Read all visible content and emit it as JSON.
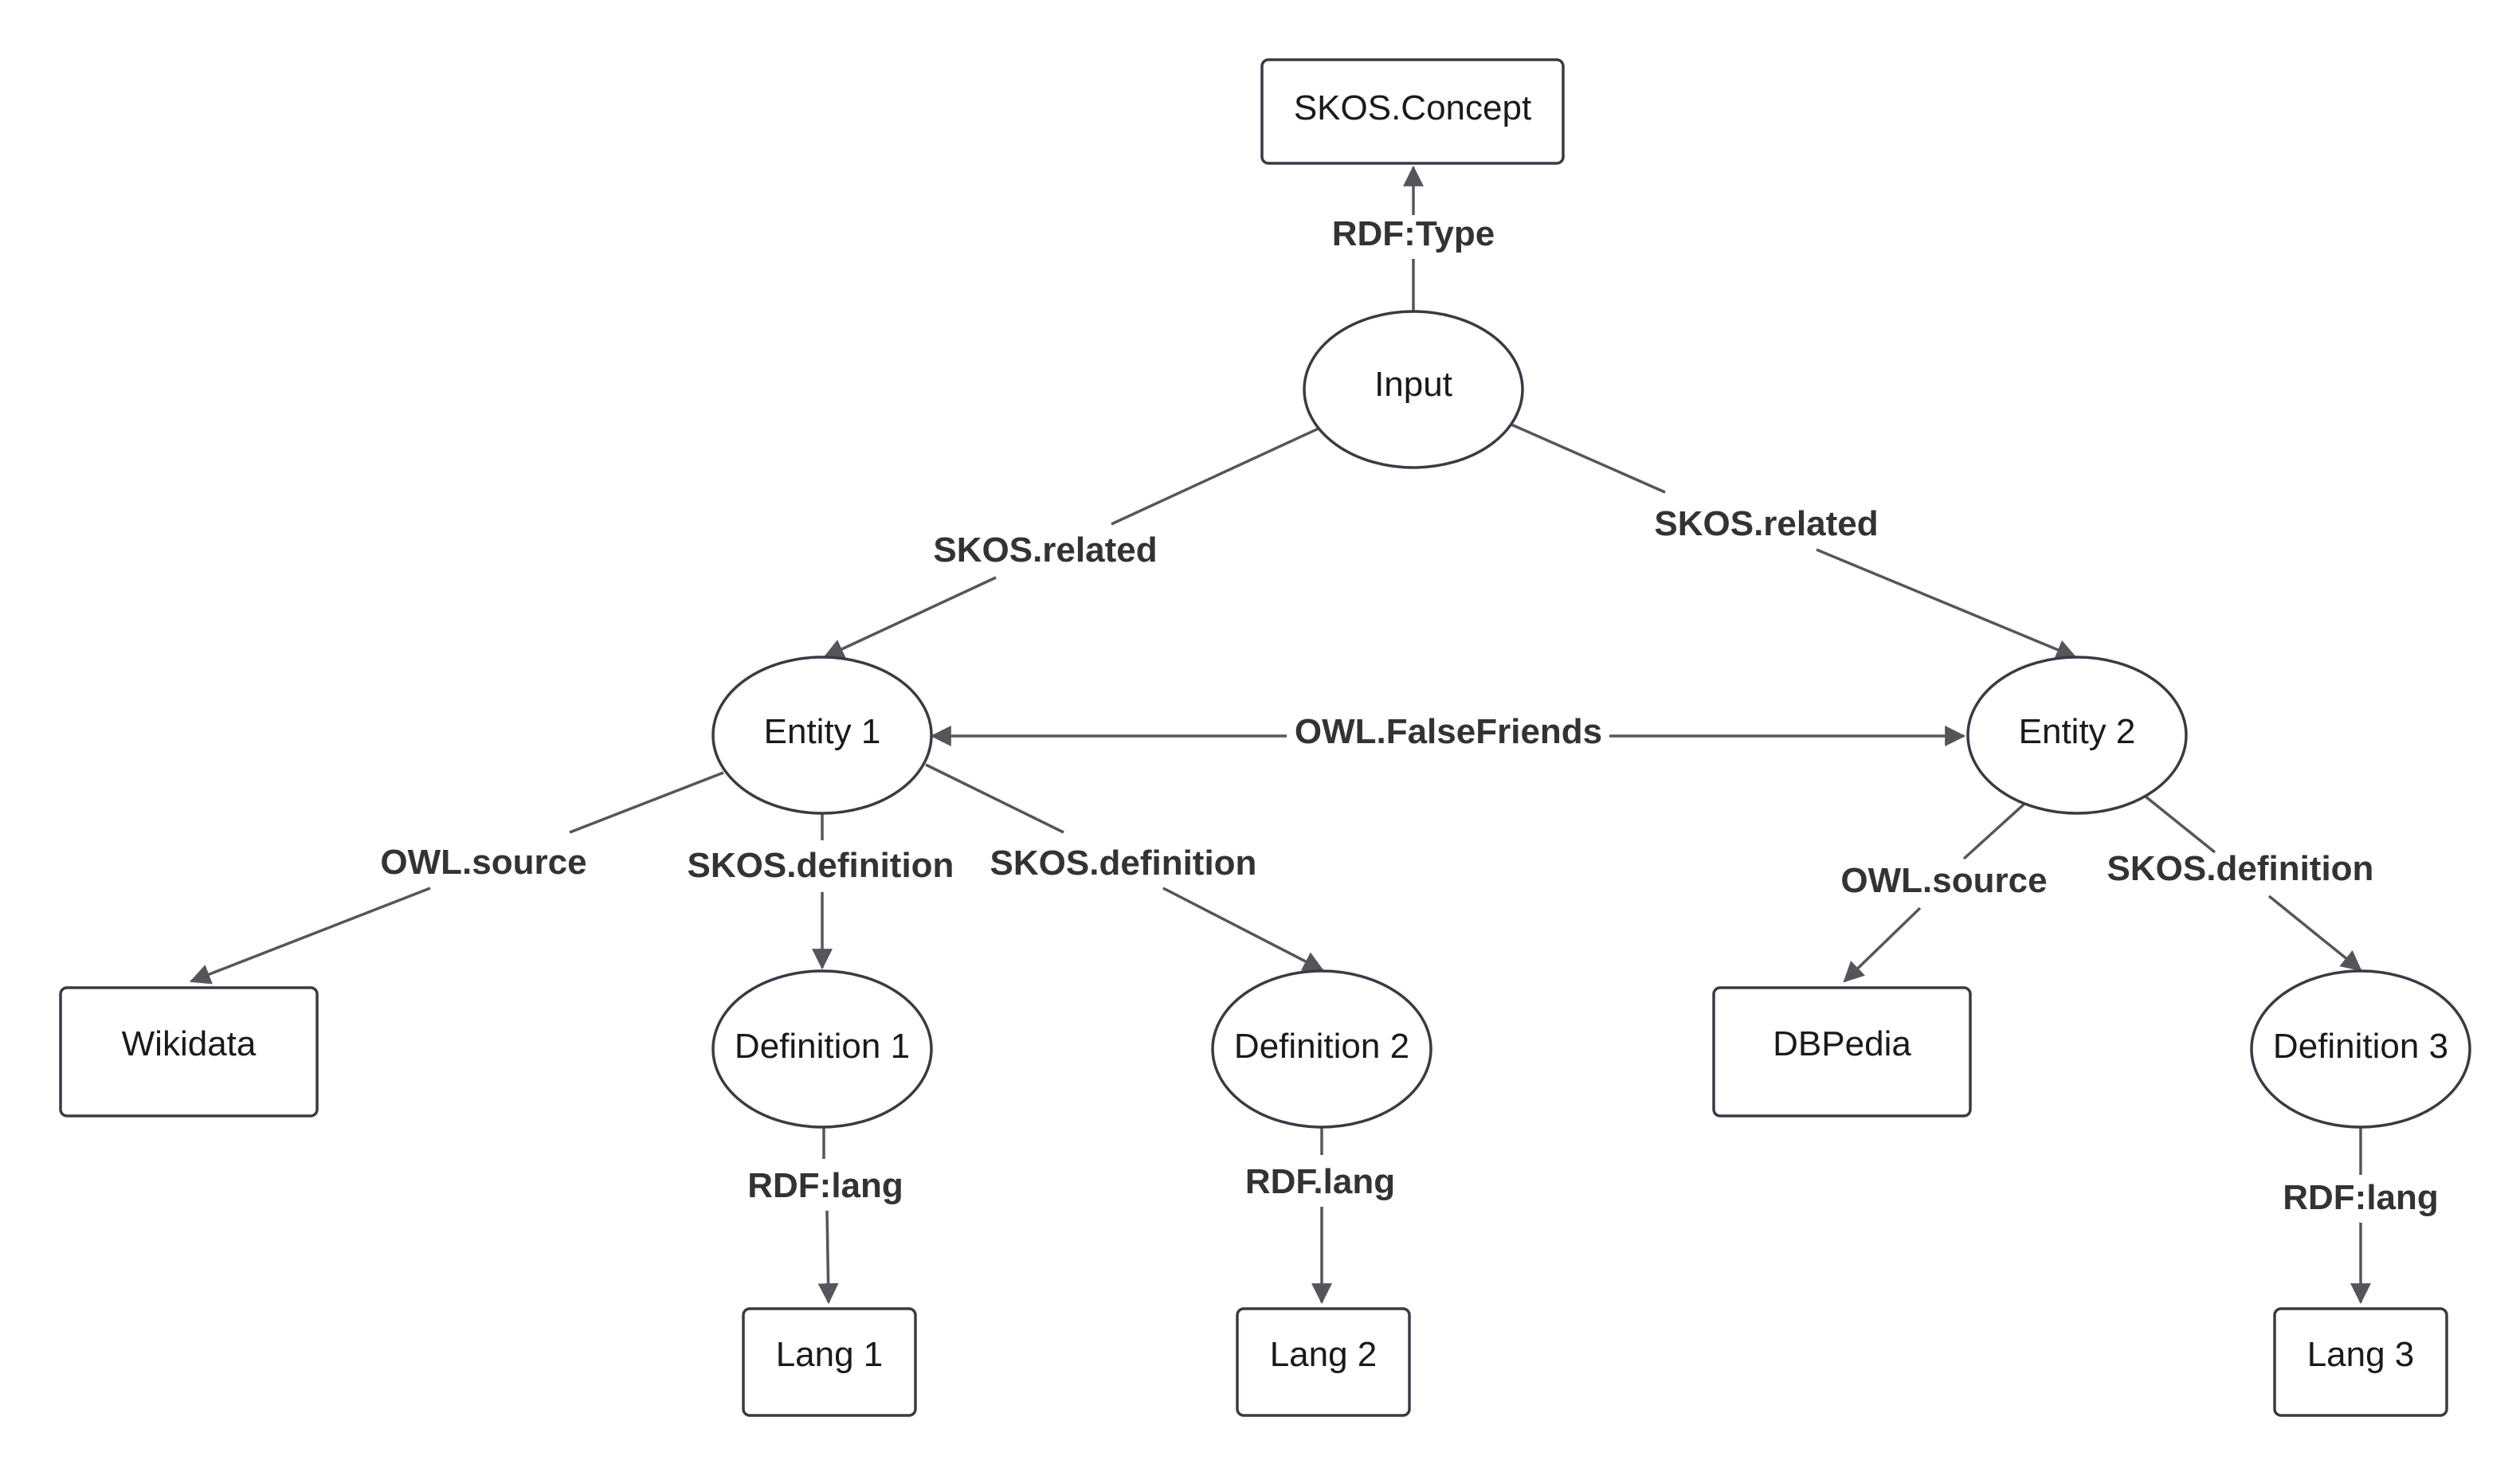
{
  "diagram": {
    "nodes": {
      "skos_concept": "SKOS.Concept",
      "input": "Input",
      "entity1": "Entity 1",
      "entity2": "Entity 2",
      "wikidata": "Wikidata",
      "definition1": "Definition 1",
      "definition2": "Definition 2",
      "dbpedia": "DBPedia",
      "definition3": "Definition 3",
      "lang1": "Lang 1",
      "lang2": "Lang 2",
      "lang3": "Lang 3"
    },
    "edges": {
      "input_type": "RDF:Type",
      "input_entity1": "SKOS.related",
      "input_entity2": "SKOS.related",
      "false_friends": "OWL.FalseFriends",
      "entity1_source": "OWL.source",
      "entity1_def1": "SKOS.definition",
      "entity1_def2": "SKOS.definition",
      "entity2_source": "OWL.source",
      "entity2_def3": "SKOS.definition",
      "def1_lang": "RDF:lang",
      "def2_lang": "RDF.lang",
      "def3_lang": "RDF:lang"
    },
    "colors": {
      "node_stroke": "#3a3a44",
      "edge": "#55555c",
      "label": "#333333"
    }
  }
}
